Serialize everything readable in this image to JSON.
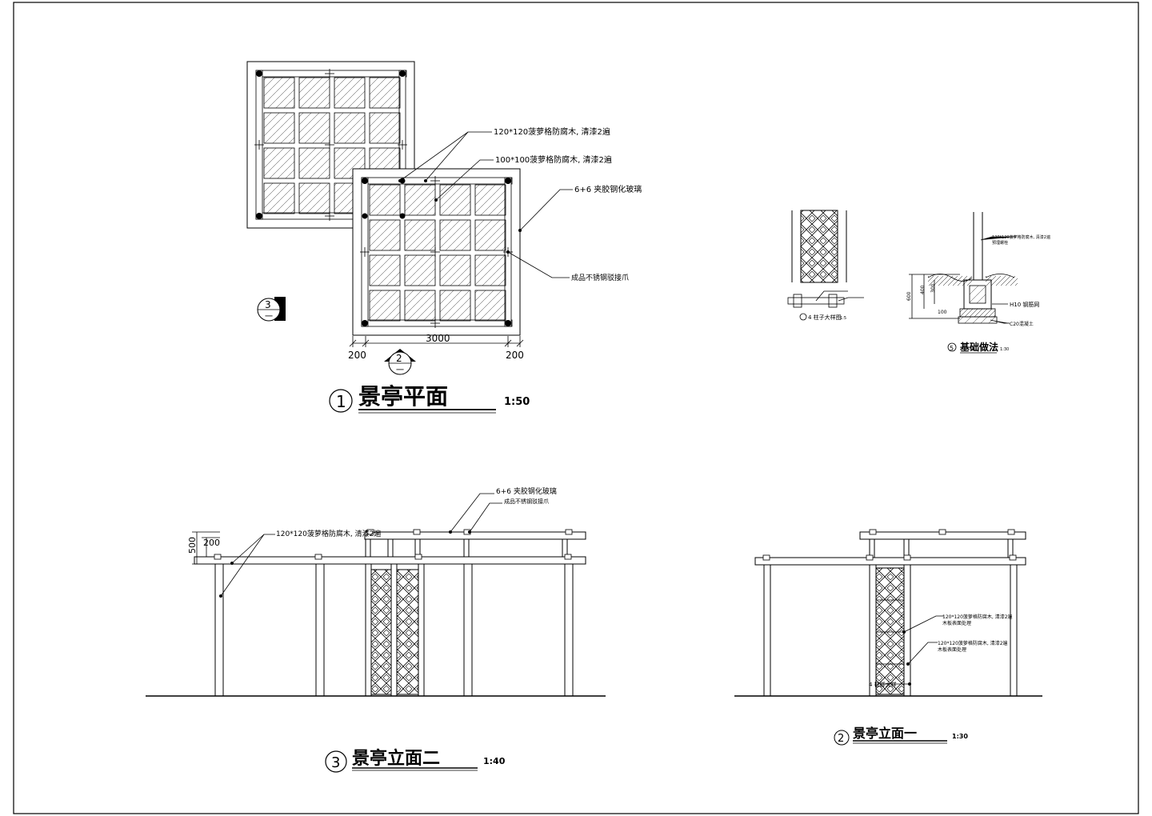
{
  "plan": {
    "title": "景亭平面",
    "scale": "1:50",
    "circle_num": "1",
    "label_beam_120": "120*120菠萝格防腐木, 清漆2遍",
    "label_beam_100": "100*100菠萝格防腐木, 清漆2遍",
    "label_glass": "6+6 夹胶钢化玻璃",
    "label_clip": "成品不锈钢驳接爪",
    "dim_total": "3000",
    "dim_left": "200",
    "dim_right": "200",
    "marker_top": "3",
    "marker_bottom": "一",
    "marker2_top": "2",
    "marker2_bottom": "一"
  },
  "elev_two": {
    "title": "景亭立面二",
    "scale": "1:40",
    "circle_num": "3",
    "label_glass": "6+6 夹胶钢化玻璃",
    "label_clip": "成品不锈钢驳接爪",
    "label_beam": "120*120菠萝格防腐木, 清漆2遍",
    "dim_500": "500",
    "dim_200": "200"
  },
  "elev_one": {
    "title": "景亭立面一",
    "scale": "1:30",
    "circle_num": "2",
    "label_a": "120*120菠萝格防腐木, 清漆2遍",
    "label_a2": "木板表面处理",
    "label_b": "120*120菠萝格防腐木, 清漆2遍",
    "label_b2": "木板表面处理",
    "label_c": "4 柱脚大样"
  },
  "detail_col": {
    "caption": "4 柱子大样图",
    "scale": "1:5"
  },
  "detail_found": {
    "title": "基础做法",
    "scale": "1:30",
    "circle_num": "5",
    "label_anchor": "120*120菠萝格防腐木, 清漆2遍",
    "label_anchor2": "预埋螺栓",
    "label_rebar": "H10 钢筋网",
    "label_conc": "C20混凝土",
    "dim_600": "600",
    "dim_300": "300",
    "dim_400": "400",
    "dim_100": "100"
  }
}
